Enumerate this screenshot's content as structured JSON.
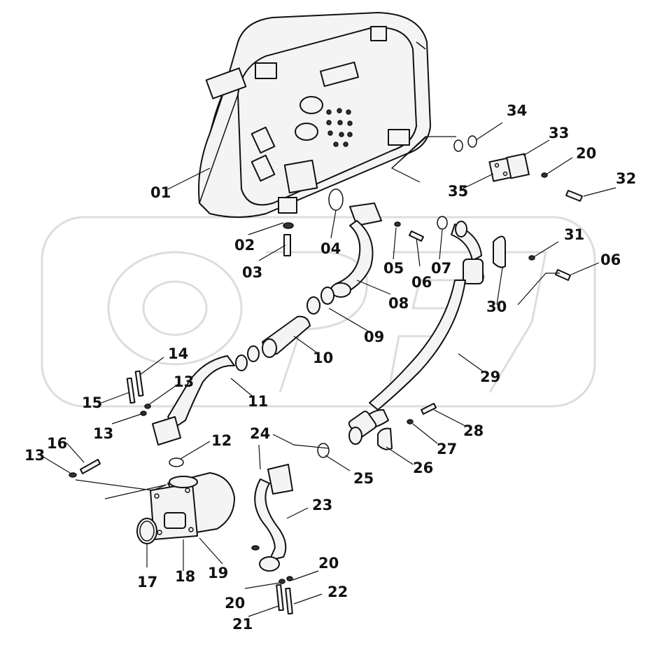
{
  "colors": {
    "line": "#111111",
    "watermark": "#dddddd",
    "background": "#ffffff"
  },
  "part_labels": [
    {
      "id": "01",
      "text": "01"
    },
    {
      "id": "02",
      "text": "02"
    },
    {
      "id": "03",
      "text": "03"
    },
    {
      "id": "04",
      "text": "04"
    },
    {
      "id": "05",
      "text": "05"
    },
    {
      "id": "06a",
      "text": "06"
    },
    {
      "id": "06b",
      "text": "06"
    },
    {
      "id": "07",
      "text": "07"
    },
    {
      "id": "08",
      "text": "08"
    },
    {
      "id": "09",
      "text": "09"
    },
    {
      "id": "10",
      "text": "10"
    },
    {
      "id": "11",
      "text": "11"
    },
    {
      "id": "12",
      "text": "12"
    },
    {
      "id": "13a",
      "text": "13"
    },
    {
      "id": "13b",
      "text": "13"
    },
    {
      "id": "13c",
      "text": "13"
    },
    {
      "id": "14",
      "text": "14"
    },
    {
      "id": "15",
      "text": "15"
    },
    {
      "id": "16",
      "text": "16"
    },
    {
      "id": "17",
      "text": "17"
    },
    {
      "id": "18",
      "text": "18"
    },
    {
      "id": "19",
      "text": "19"
    },
    {
      "id": "20a",
      "text": "20"
    },
    {
      "id": "20b",
      "text": "20"
    },
    {
      "id": "20c",
      "text": "20"
    },
    {
      "id": "21",
      "text": "21"
    },
    {
      "id": "22",
      "text": "22"
    },
    {
      "id": "23",
      "text": "23"
    },
    {
      "id": "24",
      "text": "24"
    },
    {
      "id": "25",
      "text": "25"
    },
    {
      "id": "26",
      "text": "26"
    },
    {
      "id": "27",
      "text": "27"
    },
    {
      "id": "28",
      "text": "28"
    },
    {
      "id": "29",
      "text": "29"
    },
    {
      "id": "30",
      "text": "30"
    },
    {
      "id": "31",
      "text": "31"
    },
    {
      "id": "32",
      "text": "32"
    },
    {
      "id": "33",
      "text": "33"
    },
    {
      "id": "34",
      "text": "34"
    },
    {
      "id": "35",
      "text": "35"
    }
  ],
  "labels": {
    "l01": "01",
    "l02": "02",
    "l03": "03",
    "l04": "04",
    "l05": "05",
    "l06a": "06",
    "l06b": "06",
    "l07": "07",
    "l08": "08",
    "l09": "09",
    "l10": "10",
    "l11": "11",
    "l12": "12",
    "l13a": "13",
    "l13b": "13",
    "l13c": "13",
    "l14": "14",
    "l15": "15",
    "l16": "16",
    "l17": "17",
    "l18": "18",
    "l19": "19",
    "l20a": "20",
    "l20b": "20",
    "l20c": "20",
    "l21": "21",
    "l22": "22",
    "l23": "23",
    "l24": "24",
    "l25": "25",
    "l26": "26",
    "l27": "27",
    "l28": "28",
    "l29": "29",
    "l30": "30",
    "l31": "31",
    "l32": "32",
    "l33": "33",
    "l34": "34",
    "l35": "35"
  }
}
